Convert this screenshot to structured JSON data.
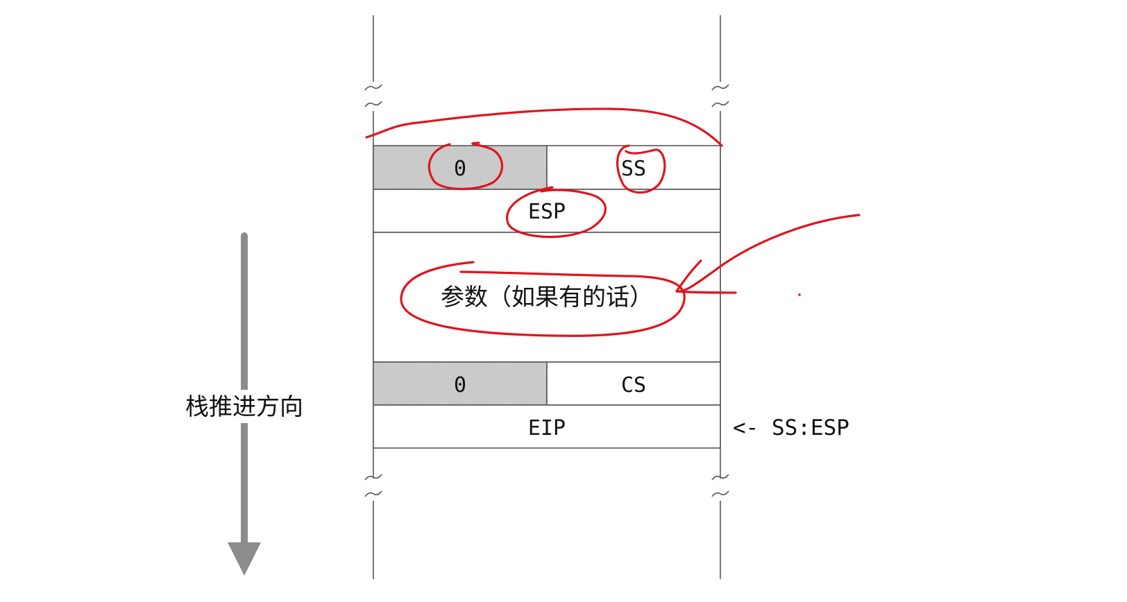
{
  "stack": {
    "rows": [
      {
        "left": "0",
        "right": "SS",
        "left_reserved": true
      },
      {
        "full": "ESP"
      },
      {
        "full": "参数（如果有的话）",
        "tall": true
      },
      {
        "left": "0",
        "right": "CS",
        "left_reserved": true
      },
      {
        "full": "EIP"
      }
    ]
  },
  "direction_label": "栈推进方向",
  "pointer_label": "<- SS:ESP",
  "colors": {
    "annotation": "#e0141e",
    "arrow": "#8c8c8c",
    "reserved_fill": "#d4d4d4",
    "line": "#555555"
  }
}
